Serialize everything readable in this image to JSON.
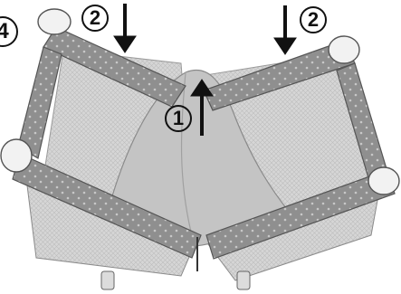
{
  "illustration": {
    "subject": "folding playpen",
    "colors": {
      "fabric": "#8f8f8f",
      "fabric_dark": "#6e6e6e",
      "mesh": "#d2d2d2",
      "floor": "#c4c4c4",
      "corner_cap": "#f2f2f2",
      "marks": "#111111"
    }
  },
  "callouts": [
    {
      "label": "4"
    },
    {
      "label": "2"
    },
    {
      "label": "2"
    },
    {
      "label": "1"
    }
  ]
}
